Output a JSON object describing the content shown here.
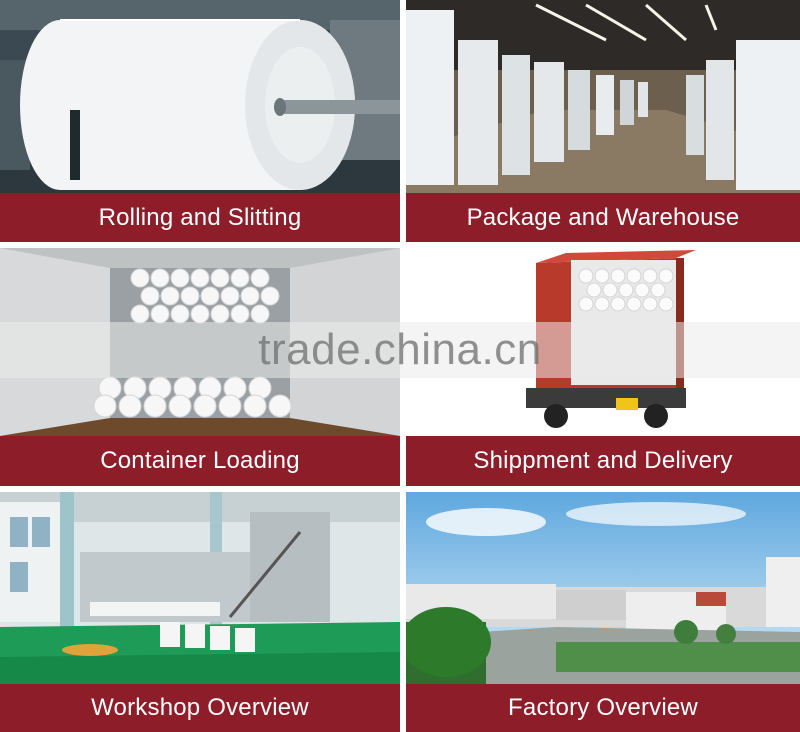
{
  "tiles": [
    {
      "id": "rolling",
      "caption": "Rolling and Slitting"
    },
    {
      "id": "warehouse",
      "caption": "Package and Warehouse"
    },
    {
      "id": "container",
      "caption": "Container Loading"
    },
    {
      "id": "delivery",
      "caption": "Shippment and Delivery"
    },
    {
      "id": "workshop",
      "caption": "Workshop Overview"
    },
    {
      "id": "factory",
      "caption": "Factory Overview"
    }
  ],
  "watermark": "trade.china.cn",
  "colors": {
    "caption_bg": "#8e1d2a",
    "caption_text": "#ffffff"
  }
}
